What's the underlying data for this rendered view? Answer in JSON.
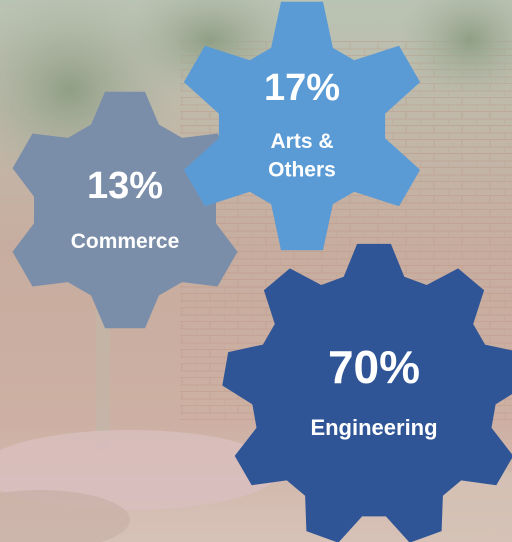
{
  "colors": {
    "background_sky": "#bfc6bd",
    "background_brick": "#c8a594",
    "gear_commerce": "#7b8ea9",
    "gear_arts": "#5b9bd5",
    "gear_engineering": "#2f5597",
    "text": "#ffffff"
  },
  "chart_data": {
    "type": "pie",
    "title": "",
    "categories": [
      "Commerce",
      "Arts & Others",
      "Engineering"
    ],
    "values": [
      13,
      17,
      70
    ],
    "unit": "%",
    "slices": [
      {
        "pct": "13%",
        "label_lines": [
          "Commerce"
        ],
        "color": "#7b8ea9"
      },
      {
        "pct": "17%",
        "label_lines": [
          "Arts &",
          "Others"
        ],
        "color": "#5b9bd5"
      },
      {
        "pct": "70%",
        "label_lines": [
          "Engineering"
        ],
        "color": "#2f5597"
      }
    ]
  }
}
